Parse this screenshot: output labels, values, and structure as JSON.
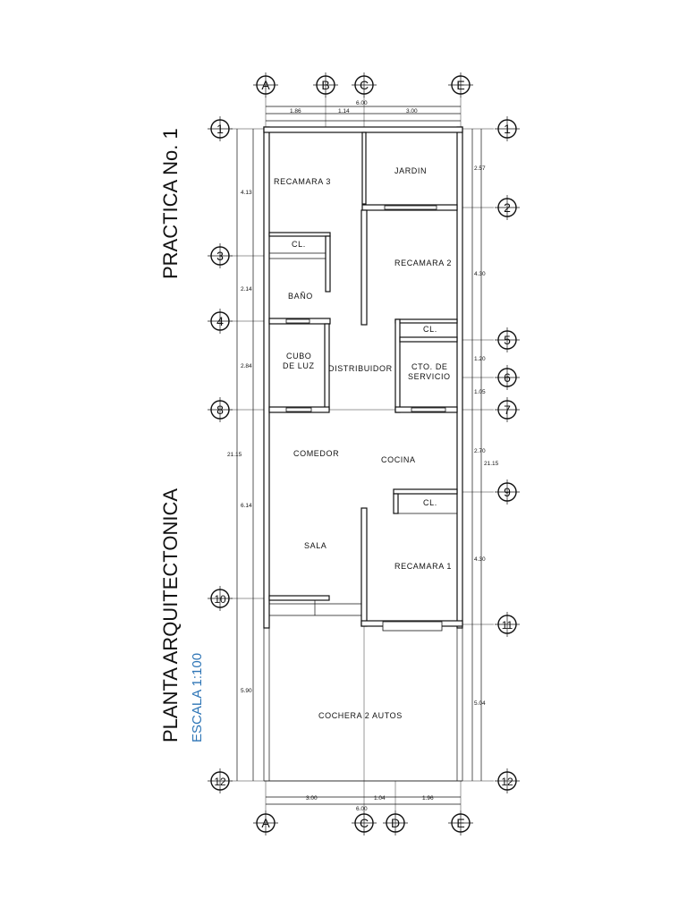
{
  "titles": {
    "practice": "PRACTICA No. 1",
    "plan": "PLANTA ARQUITECTONICA",
    "scale": "ESCALA 1:100",
    "scale_color": "#2e75b6"
  },
  "rooms": {
    "recamara3": "RECAMARA 3",
    "jardin": "JARDIN",
    "cl_top": "CL.",
    "recamara2": "RECAMARA 2",
    "bano": "BAÑO",
    "cl_mid": "CL.",
    "cubo_line1": "CUBO",
    "cubo_line2": "DE LUZ",
    "distribuidor": "DISTRIBUIDOR",
    "servicio_line1": "CTO. DE",
    "servicio_line2": "SERVICIO",
    "comedor": "COMEDOR",
    "cocina": "COCINA",
    "cl_low": "CL.",
    "sala": "SALA",
    "recamara1": "RECAMARA 1",
    "cochera": "COCHERA 2 AUTOS"
  },
  "axes": {
    "top": [
      "A",
      "B",
      "C",
      "E"
    ],
    "bottom": [
      "A",
      "C",
      "D",
      "E"
    ],
    "left": [
      "1",
      "3",
      "4",
      "8",
      "10",
      "12"
    ],
    "right": [
      "1",
      "2",
      "5",
      "6",
      "7",
      "9",
      "11",
      "12"
    ]
  },
  "dimensions": {
    "top_segments": [
      "1.86",
      "1.14",
      "3.00"
    ],
    "top_total": "6.00",
    "bottom_segments": [
      "3.00",
      "1.04",
      "1.96"
    ],
    "bottom_total": "6.00",
    "left_segments": [
      "4.13",
      "2.14",
      "2.84",
      "6.14",
      "5.90"
    ],
    "left_total": "21.15",
    "right_segments": [
      "2.57",
      "4.30",
      "1.20",
      "1.05",
      "2.70",
      "4.30",
      "5.04"
    ],
    "right_total": "21.15"
  }
}
